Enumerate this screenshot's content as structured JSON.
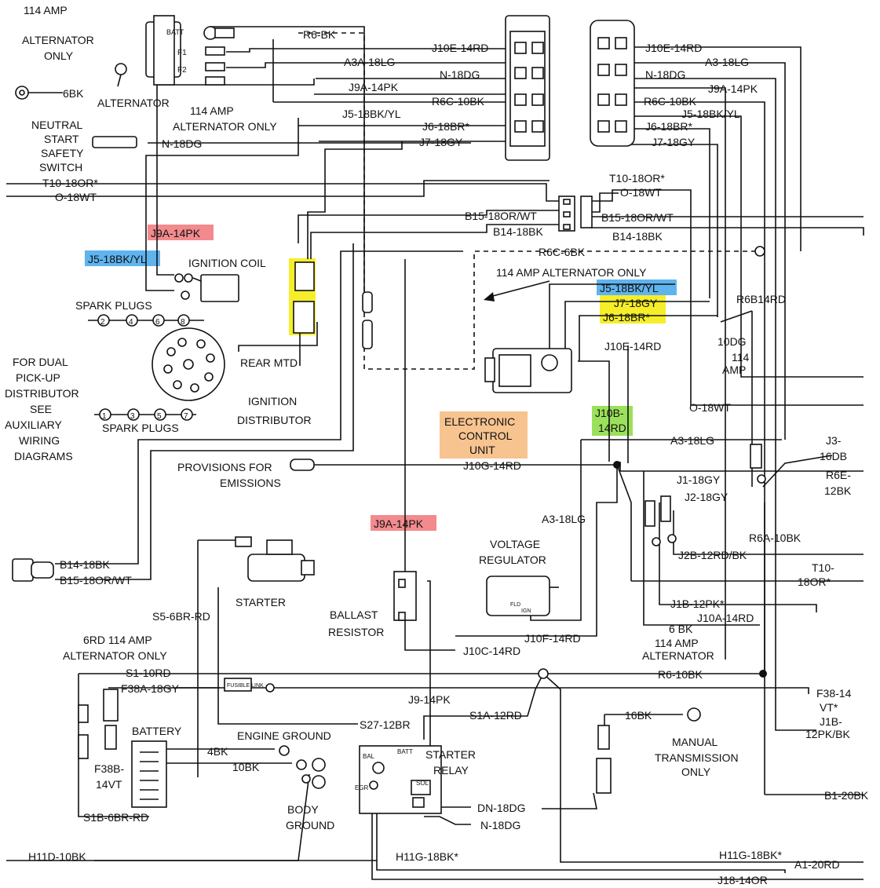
{
  "colors": {
    "hl_red": "#f28a8e",
    "hl_blue": "#5fb4ee",
    "hl_yellow": "#f6ee2a",
    "hl_green": "#9be05a",
    "hl_orange": "#f7c38f",
    "wire": "#111111"
  },
  "components": {
    "alt_114_only_top": [
      "114 AMP",
      "ALTERNATOR",
      "ONLY"
    ],
    "alternator": "ALTERNATOR",
    "alt_114_only_mid": [
      "114 AMP",
      "ALTERNATOR ONLY"
    ],
    "neutral_switch": [
      "NEUTRAL",
      "START",
      "SAFETY",
      "SWITCH"
    ],
    "ignition_coil": "IGNITION COIL",
    "spark_plugs_top": "SPARK PLUGS",
    "spark_plugs_bottom": "SPARK PLUGS",
    "rear_mtd": "REAR MTD",
    "ignition_distributor": [
      "IGNITION",
      "DISTRIBUTOR"
    ],
    "dual_pickup": [
      "FOR DUAL",
      "PICK-UP",
      "DISTRIBUTOR",
      "SEE",
      "AUXILIARY",
      "WIRING",
      "DIAGRAMS"
    ],
    "provisions": [
      "PROVISIONS FOR",
      "EMISSIONS"
    ],
    "starter": "STARTER",
    "ballast": [
      "BALLAST",
      "RESISTOR"
    ],
    "voltage_regulator": [
      "VOLTAGE",
      "REGULATOR"
    ],
    "ecu": [
      "ELECTRONIC",
      "CONTROL",
      "UNIT"
    ],
    "battery": "BATTERY",
    "engine_ground": "ENGINE GROUND",
    "body_ground": [
      "BODY",
      "GROUND"
    ],
    "starter_relay": [
      "STARTER",
      "RELAY"
    ],
    "manual_trans": [
      "MANUAL",
      "TRANSMISSION",
      "ONLY"
    ],
    "alt_114_dashed": "114 AMP ALTERNATOR ONLY",
    "alt_6rd": [
      "6RD 114 AMP",
      "ALTERNATOR ONLY"
    ],
    "alt_6bk": [
      "6 BK",
      "114 AMP",
      "ALTERNATOR"
    ],
    "ten_dg": [
      "10DG",
      "114",
      "AMP"
    ],
    "fusible_link": "FUSIBLE LINK",
    "batt_term": "BATT",
    "f1_term": "F1",
    "f2_term": "F2",
    "relay_terms": [
      "BAL",
      "BATT",
      "EGR",
      "SOL"
    ],
    "reg_terms": [
      "FLD",
      "IGN"
    ]
  },
  "wires": {
    "six_bk": "6BK",
    "r6_bk": "R6-BK",
    "n_18dg_nss": "N-18DG",
    "t10_left": "T10-18OR*",
    "o_left": "O-18WT",
    "j9a_hl": "J9A-14PK",
    "j5_hl": "J5-18BK/YL",
    "b14_left": "B14-18BK",
    "b15_left": "B15-18OR/WT",
    "s5": "S5-6BR-RD",
    "s1": "S1-10RD",
    "f38a": "F38A-18GY",
    "f38b": [
      "F38B-",
      "14VT"
    ],
    "s1b": "S1B-6BR-RD",
    "four_bk": "4BK",
    "ten_bk": "10BK",
    "h11d": "H11D-10BK",
    "h11g_mid": "H11G-18BK*",
    "s27": "S27-12BR",
    "s1a": "S1A-12RD",
    "j9": "J9-14PK",
    "dn": "DN-18DG",
    "n_relay": "N-18DG",
    "j9a_ballast_hl": "J9A-14PK",
    "j10c": "J10C-14RD",
    "j10f": "J10F-14RD",
    "a3_mid": "A3-18LG",
    "j10g": "J10G-14RD",
    "a3_low": "A3-18LG",
    "j10b_hl": [
      "J10B-",
      "14RD"
    ],
    "left_conn": [
      "J10E-14RD",
      "A3A-18LG",
      "N-18DG",
      "J9A-14PK",
      "R6C-10BK",
      "J5-18BK/YL",
      "J6-18BR*",
      "J7-18GY"
    ],
    "right_conn": [
      "J10E-14RD",
      "A3-18LG",
      "N-18DG",
      "J9A-14PK",
      "R6C-10BK",
      "J5-18BK/YL",
      "J6-18BR*",
      "J7-18GY"
    ],
    "t10_right": "T10-18OR*",
    "o_right": "O-18WT",
    "b15_mid_l": "B15-18OR/WT",
    "b14_mid_l": "B14-18BK",
    "b15_mid_r": "B15-18OR/WT",
    "b14_mid_r": "B14-18BK",
    "r6c_6bk": "R6C-6BK",
    "j5_ecu_hl": "J5-18BK/YL",
    "j7_ecu_hl": "J7-18GY",
    "j6_ecu_hl": "J6-18BR*",
    "r6b": "R6B14RD",
    "j10e_ecu": "J10E-14RD",
    "o_mid": "O-18WT",
    "a3_right": "A3-18LG",
    "j3": [
      "J3-",
      "16DB"
    ],
    "r6e": [
      "R6E-",
      "12BK"
    ],
    "j1": "J1-18GY",
    "j2": "J2-18GY",
    "j2b": "J2B-12RD/BK",
    "r6a": "R6A-10BK",
    "t10_low": [
      "T10-",
      "18OR*"
    ],
    "j1b_pk": "J1B-12PK*",
    "j10a": "J10A-14RD",
    "r6_10bk": "R6-10BK",
    "f38_vt": [
      "F38-14",
      "VT*"
    ],
    "j1b_bk": [
      "J1B-",
      "12PK/BK"
    ],
    "sixteen_bk": "16BK",
    "b1": "B1-20BK",
    "h11g_right": "H11G-18BK*",
    "a1": "A1-20RD",
    "j18": "J18-14OR"
  },
  "plug_numbers_top": [
    "2",
    "4",
    "6",
    "8"
  ],
  "plug_numbers_bottom": [
    "1",
    "3",
    "5",
    "7"
  ]
}
